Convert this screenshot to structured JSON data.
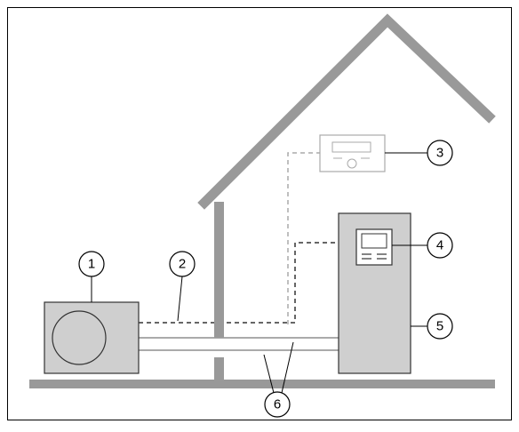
{
  "colors": {
    "frame": "#000000",
    "structure_gray": "#999999",
    "unit_fill": "#cfcfcf",
    "outline": "#333333",
    "dashed_dark": "#333333",
    "dashed_light": "#aaaaaa",
    "callout_line": "#000000"
  },
  "callouts": {
    "c1": "1",
    "c2": "2",
    "c3": "3",
    "c4": "4",
    "c5": "5",
    "c6": "6"
  }
}
